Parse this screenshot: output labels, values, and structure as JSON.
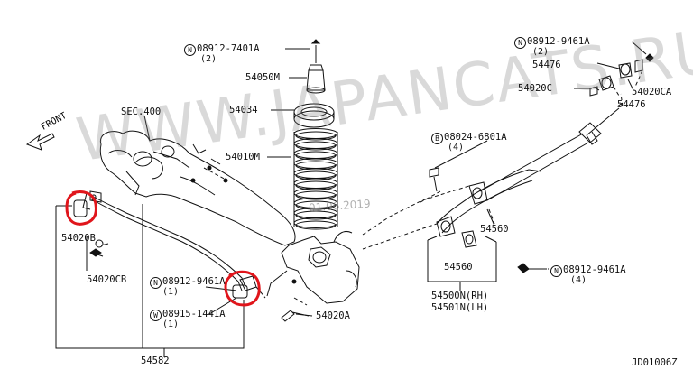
{
  "watermark": "WWW.JAPANCATS.RU",
  "date_stamp": "01.06.2019",
  "diagram_code": "JD01006Z",
  "front_label": "FRONT",
  "sec_label": "SEC.400",
  "labels": {
    "n_top": "08912-7401A",
    "n_top_qty": "(2)",
    "p54050m": "54050M",
    "p54034": "54034",
    "p54010m": "54010M",
    "n_right_top": "08912-9461A",
    "n_right_top_qty": "(2)",
    "p54476_a": "54476",
    "p54020c": "54020C",
    "p54020ca": "54020CA",
    "p54476_b": "54476",
    "b_bolt": "08024-6801A",
    "b_bolt_qty": "(4)",
    "p54560_a": "54560",
    "p54560_b": "54560",
    "n_right_bottom": "08912-9461A",
    "n_right_bottom_qty": "(4)",
    "p54500n": "54500N(RH)",
    "p54501n": "54501N(LH)",
    "p54020a": "54020A",
    "p54020b": "54020B",
    "p54020cb": "54020CB",
    "n_mid": "08912-9461A",
    "n_mid_qty": "(1)",
    "w_mid": "08915-1441A",
    "w_mid_qty": "(1)",
    "p54582": "54582",
    "n_sym": "N",
    "b_sym": "B",
    "w_sym": "W"
  },
  "highlight_color": "#e0151b",
  "line_color": "#111111"
}
